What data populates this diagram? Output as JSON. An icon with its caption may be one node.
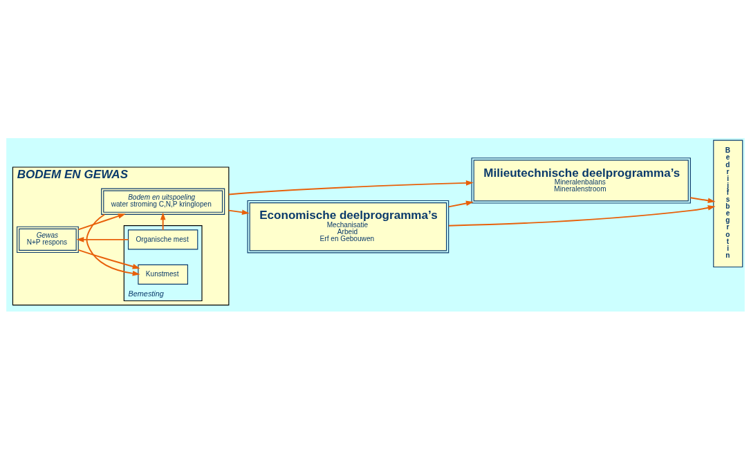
{
  "diagram": {
    "nodes": [
      {
        "text": [
          "BODEM EN GEWAS"
        ]
      },
      {
        "text": [
          "Gewas",
          "N+P respons"
        ],
        "in": 0
      },
      {
        "text": [
          "Bemesting"
        ],
        "in": 0
      },
      {
        "text": [
          "Organische mest"
        ],
        "in": 2
      },
      {
        "text": [
          "Kunstmest"
        ],
        "in": 2
      },
      {
        "text": [
          "Bodem en uitspoeling",
          "water stroming C,N,P kringlopen"
        ],
        "in": 0
      },
      {
        "text": [
          "Milieutechnische deelprogramma’s",
          "Mineralenbalans",
          "Mineralenstroom"
        ]
      },
      {
        "text": [
          "Economische deelprogramma’s",
          "Mechanisatie",
          "Arbeid",
          "Erf en Gebouwen"
        ]
      },
      {
        "text": [
          "Bedrijfsbegrotin"
        ]
      }
    ],
    "edges": [
      {
        "from": 0,
        "to": 6,
        "arrow": "to"
      },
      {
        "from": 0,
        "to": 7,
        "arrow": "to"
      },
      {
        "from": 1,
        "to": 5,
        "arrow": "to"
      },
      {
        "from": 3,
        "to": 5,
        "arrow": "to"
      },
      {
        "from": 5,
        "to": 4,
        "arrow": "to"
      },
      {
        "from": 1,
        "to": 4,
        "arrow": "to"
      },
      {
        "from": 3,
        "to": 1,
        "arrow": "to"
      },
      {
        "from": 7,
        "to": 6,
        "arrow": "to"
      },
      {
        "from": 6,
        "to": 8,
        "arrow": "to"
      },
      {
        "from": 7,
        "to": 8,
        "arrow": "to"
      }
    ]
  }
}
